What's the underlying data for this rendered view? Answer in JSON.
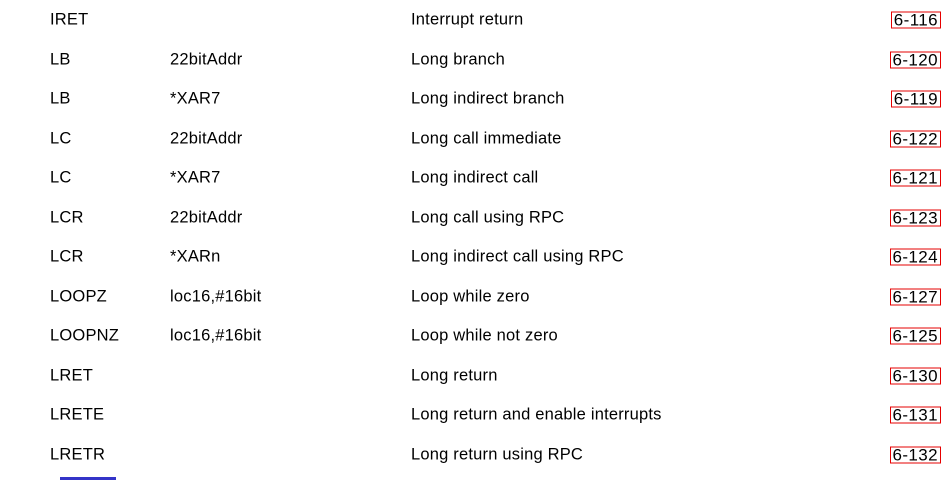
{
  "colors": {
    "text": "#000000",
    "page_link_border": "#e60000",
    "clipped_fragment": "#3434c8",
    "background": "#ffffff"
  },
  "table": {
    "columns": [
      "mnemonic",
      "operands",
      "description",
      "page"
    ],
    "rows": [
      {
        "mnemonic": "IRET",
        "operands": "",
        "description": "Interrupt return",
        "page": "6-116"
      },
      {
        "mnemonic": "LB",
        "operands": "22bitAddr",
        "description": "Long branch",
        "page": "6-120"
      },
      {
        "mnemonic": "LB",
        "operands": "*XAR7",
        "description": "Long indirect branch",
        "page": "6-119"
      },
      {
        "mnemonic": "LC",
        "operands": "22bitAddr",
        "description": "Long call immediate",
        "page": "6-122"
      },
      {
        "mnemonic": "LC",
        "operands": "*XAR7",
        "description": "Long indirect call",
        "page": "6-121"
      },
      {
        "mnemonic": "LCR",
        "operands": "22bitAddr",
        "description": "Long call using RPC",
        "page": "6-123"
      },
      {
        "mnemonic": "LCR",
        "operands": "*XARn",
        "description": "Long indirect call using RPC",
        "page": "6-124"
      },
      {
        "mnemonic": "LOOPZ",
        "operands": "loc16,#16bit",
        "description": "Loop while zero",
        "page": "6-127"
      },
      {
        "mnemonic": "LOOPNZ",
        "operands": "loc16,#16bit",
        "description": "Loop while not zero",
        "page": "6-125"
      },
      {
        "mnemonic": "LRET",
        "operands": "",
        "description": "Long return",
        "page": "6-130"
      },
      {
        "mnemonic": "LRETE",
        "operands": "",
        "description": "Long return and enable interrupts",
        "page": "6-131"
      },
      {
        "mnemonic": "LRETR",
        "operands": "",
        "description": "Long return using RPC",
        "page": "6-132"
      }
    ]
  }
}
